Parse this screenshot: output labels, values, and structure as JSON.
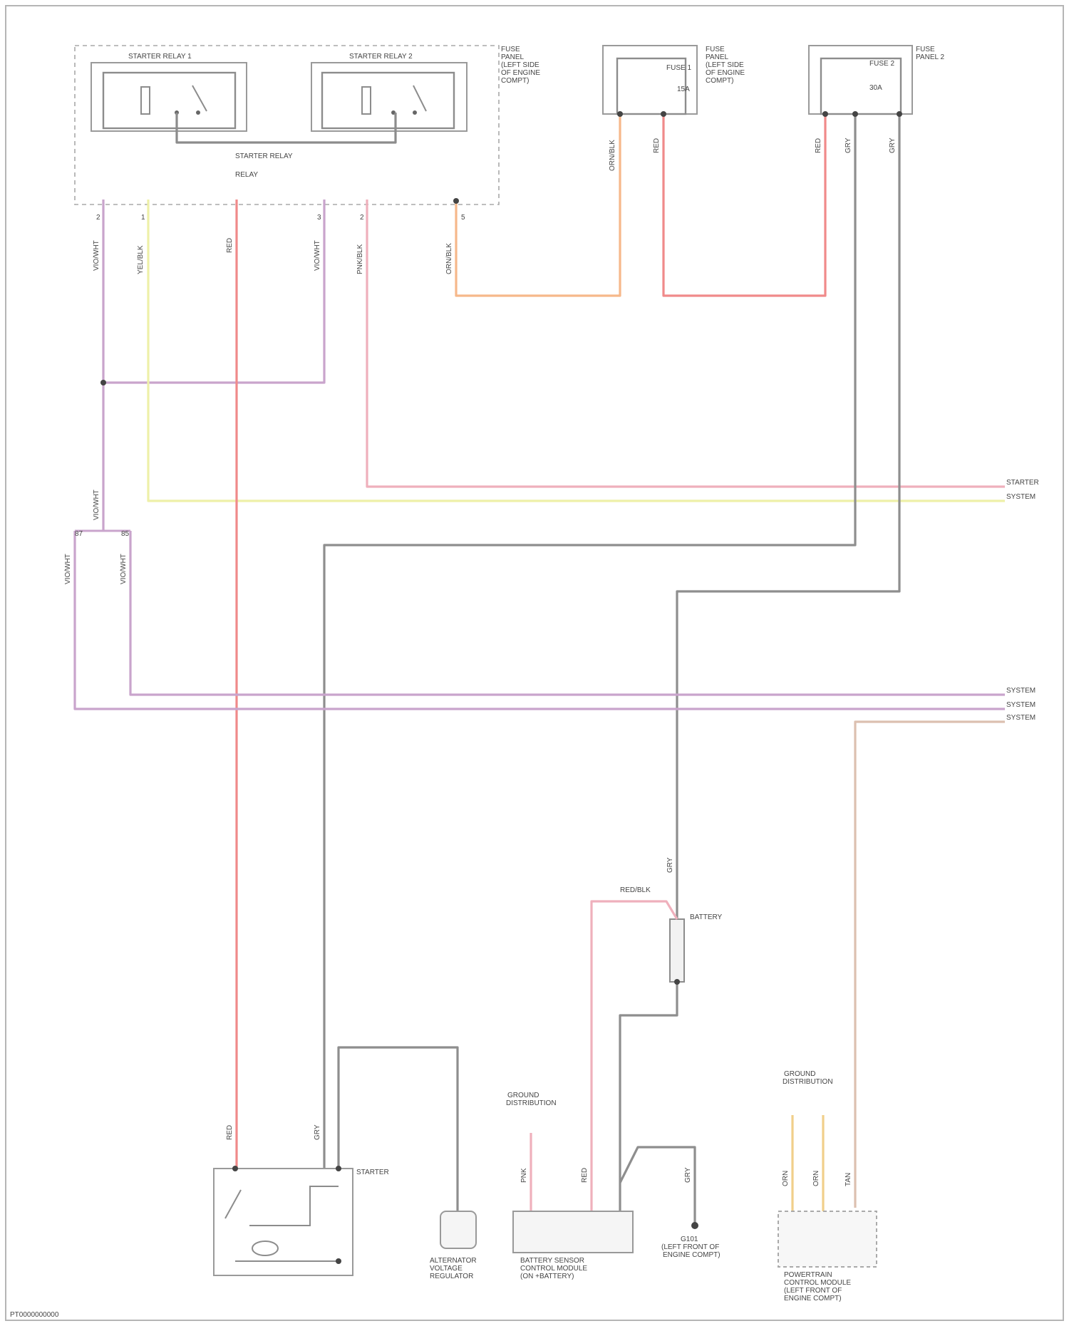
{
  "diagram": {
    "components": {
      "starter_relay_1": "STARTER RELAY 1",
      "starter_relay_2": "STARTER RELAY 2",
      "fuse_panel_lh": "FUSE PANEL (LEFT SIDE OF ENGINE COMPT)",
      "fuse_panel_rh": "FUSE PANEL (LEFT SIDE OF ENGINE COMPT)",
      "fuse_panel_2": "FUSE PANEL 2",
      "fuse_1": "FUSE 1",
      "fuse_2": "FUSE 2",
      "fuse_1_rating": "15A",
      "fuse_2_rating": "30A",
      "starter_label": "STARTER",
      "battery_label": "BATTERY",
      "alternator": "ALTERNATOR VOLTAGE REGULATOR",
      "battery_sensor": "BATTERY SENSOR CONTROL MODULE (ON +BATTERY)",
      "ground_point": "G101 (LEFT FRONT OF ENGINE COMPT)",
      "ecm": "POWERTRAIN CONTROL MODULE (LEFT FRONT OF ENGINE COMPT)",
      "see_ground_1": "GROUND DISTRIBUTION",
      "see_ground_2": "GROUND DISTRIBUTION",
      "relay_note": "STARTER RELAY",
      "relay_note2": "RELAY"
    },
    "wire_labels": {
      "w1": "VIO/WHT",
      "w2": "YEL/BLK",
      "w3": "RED",
      "w4": "VIO/WHT",
      "w5": "PNK/BLK",
      "w6": "ORN/BLK",
      "w7": "ORN/BLK",
      "w8": "RED",
      "w9": "RED",
      "w10": "GRY",
      "w11": "GRY",
      "w12": "VIO/WHT",
      "w13": "VIO/WHT",
      "w14": "VIO/WHT",
      "w15": "RED",
      "w16": "GRY",
      "w17": "RED/BLK",
      "w18": "PNK",
      "w19": "RED",
      "w20": "GRY",
      "w21": "GRY",
      "w22": "ORN",
      "w23": "ORN",
      "w24": "TAN"
    },
    "offpage": {
      "o1": "STARTER",
      "o2": "SYSTEM",
      "o3": "SYSTEM",
      "o4": "SYSTEM",
      "o5": "SYSTEM"
    },
    "pins": {
      "p1": "2",
      "p2": "1",
      "p3": "3",
      "p4": "2",
      "p5": "1",
      "p6": "5",
      "c1": "87",
      "c2": "85"
    },
    "footer": "PT0000000000"
  },
  "colors": {
    "red": "#f08a8a",
    "orange": "#f6b88a",
    "violet": "#c9a4cc",
    "yellow": "#eef0a8",
    "pink": "#efb0bc",
    "gray": "#8e8e8e",
    "tan": "#dcc0b0",
    "gold": "#f1cf8a"
  }
}
